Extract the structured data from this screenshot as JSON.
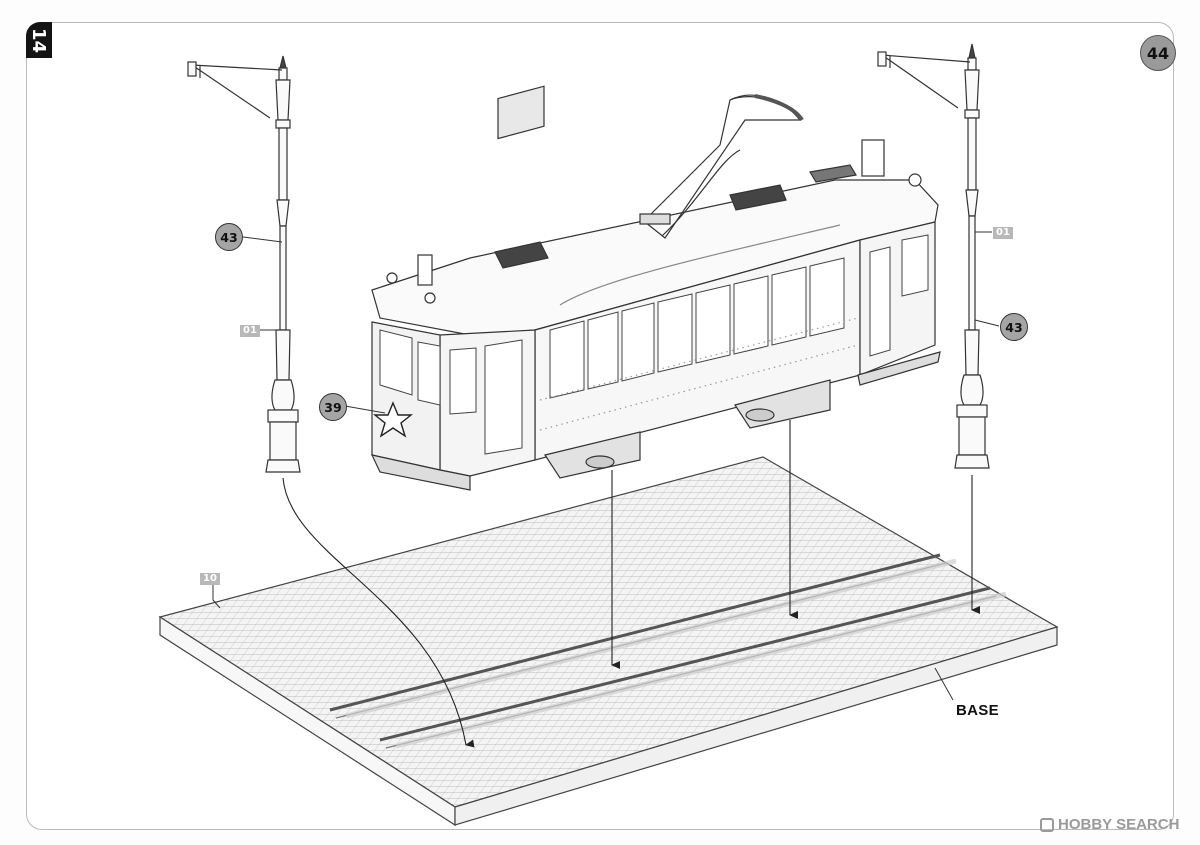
{
  "sheet": {
    "side_tab": "14",
    "step_number": "44"
  },
  "callouts": {
    "left_lamp": "43",
    "right_lamp": "43",
    "tram_star": "39"
  },
  "part_tags": {
    "left_lamp_sprue": "01",
    "right_lamp_sprue": "01",
    "base_sprue": "10"
  },
  "labels": {
    "base": "BASE"
  },
  "watermark": {
    "text": "HOBBY SEARCH"
  }
}
